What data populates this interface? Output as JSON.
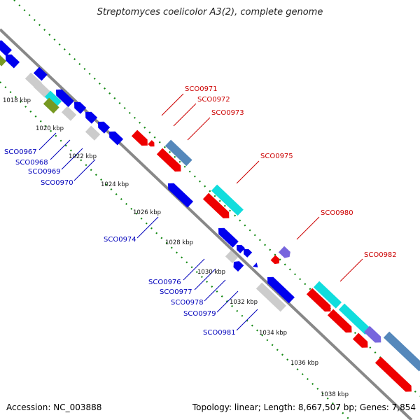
{
  "title": "Streptomyces coelicolor A3(2), complete genome",
  "footer": {
    "accession": "Accession: NC_003888",
    "topology": "Topology: linear; Length: 8,667,507 bp; Genes: 7,854"
  },
  "colors": {
    "forward_gene": "#ee0000",
    "reverse_gene": "#0000ee",
    "rna_cyan": "#11dddd",
    "other_gray": "#cccccc",
    "steel_blue": "#5588bb",
    "purple": "#7766dd",
    "olive": "#779922",
    "backbone": "#888888",
    "dotted_track": "#118811"
  },
  "kbp_ticks": [
    "1018 kbp",
    "1020 kbp",
    "1022 kbp",
    "1024 kbp",
    "1026 kbp",
    "1028 kbp",
    "1030 kbp",
    "1032 kbp",
    "1034 kbp",
    "1036 kbp",
    "1038 kbp"
  ],
  "labels_forward": [
    "SCO0971",
    "SCO0972",
    "SCO0973",
    "SCO0975",
    "SCO0980",
    "SCO0982"
  ],
  "labels_reverse": [
    "SCO0967",
    "SCO0968",
    "SCO0969",
    "SCO0970",
    "SCO0974",
    "SCO0976",
    "SCO0977",
    "SCO0978",
    "SCO0979",
    "SCO0981"
  ]
}
